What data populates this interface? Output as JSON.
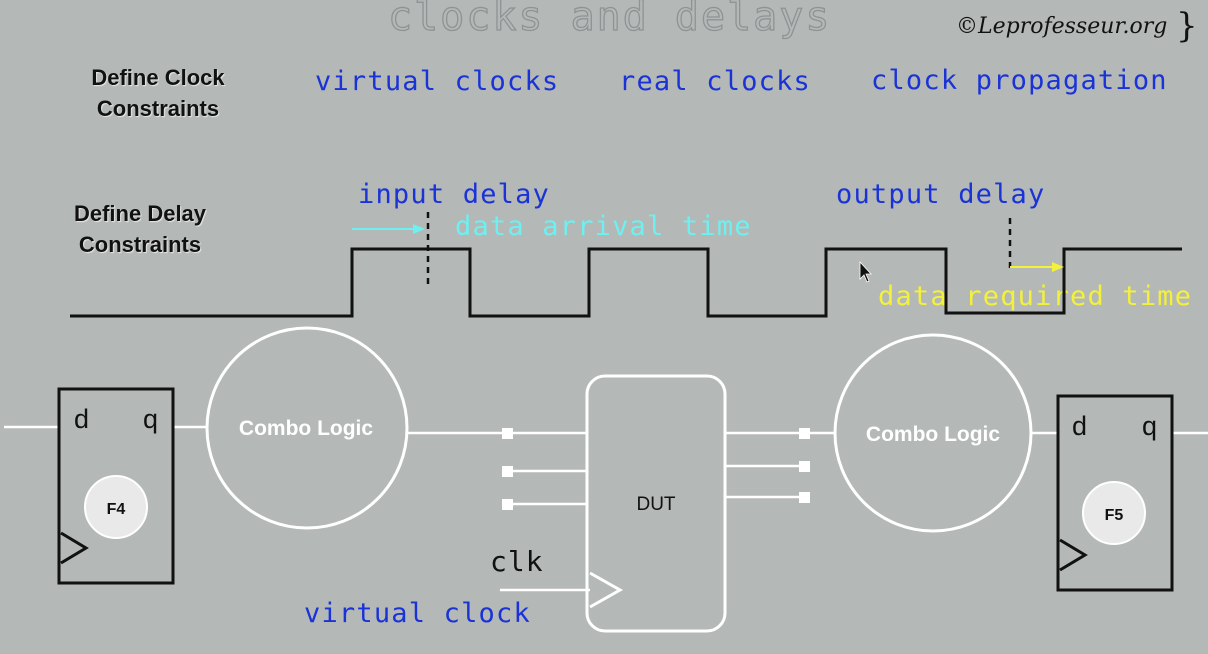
{
  "header": {
    "title": "clocks and delays",
    "copyright": "©Leprofesseur.org",
    "brace": "}"
  },
  "sections": {
    "clock": {
      "line1": "Define Clock",
      "line2": "Constraints"
    },
    "delay": {
      "line1": "Define Delay",
      "line2": "Constraints"
    }
  },
  "clock_topics": [
    "virtual clocks",
    "real clocks",
    "clock propagation"
  ],
  "timing": {
    "input_delay": "input delay",
    "data_arrival_time": "data arrival time",
    "output_delay": "output delay",
    "data_required_time": "data required time"
  },
  "circuit": {
    "flop_left": {
      "d": "d",
      "q": "q",
      "name": "F4"
    },
    "flop_right": {
      "d": "d",
      "q": "q",
      "name": "F5"
    },
    "combo_left": "Combo Logic",
    "combo_right": "Combo Logic",
    "dut": "DUT",
    "clk": "clk",
    "virtual_clock": "virtual clock"
  },
  "colors": {
    "background": "#b4b8b7",
    "blue_text": "#1a33d6",
    "cyan_text": "#6ff0f0",
    "yellow_text": "#f4f13a",
    "white": "#ffffff",
    "black": "#111111"
  }
}
